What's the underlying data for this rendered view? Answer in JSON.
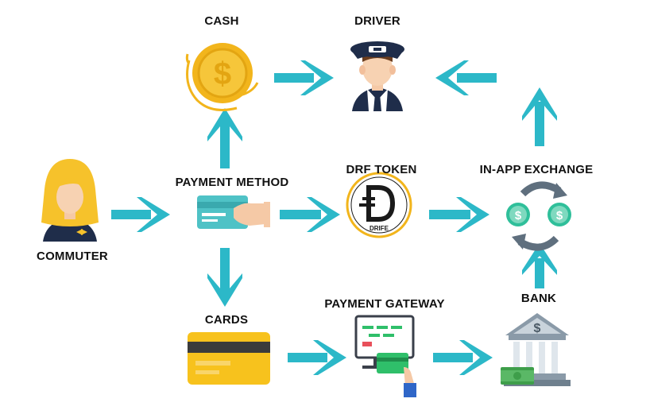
{
  "nodes": {
    "cash": "CASH",
    "driver": "DRIVER",
    "payment_method": "PAYMENT METHOD",
    "drf_token": "DRF TOKEN",
    "in_app_exchange": "IN-APP EXCHANGE",
    "commuter": "COMMUTER",
    "cards": "CARDS",
    "payment_gateway": "PAYMENT GATEWAY",
    "bank": "BANK"
  },
  "logo_text": "DRIFE",
  "colors": {
    "arrow": "#2cb8c8",
    "coin": "#f2b51c",
    "card": "#f7c21d",
    "text": "#111111"
  }
}
